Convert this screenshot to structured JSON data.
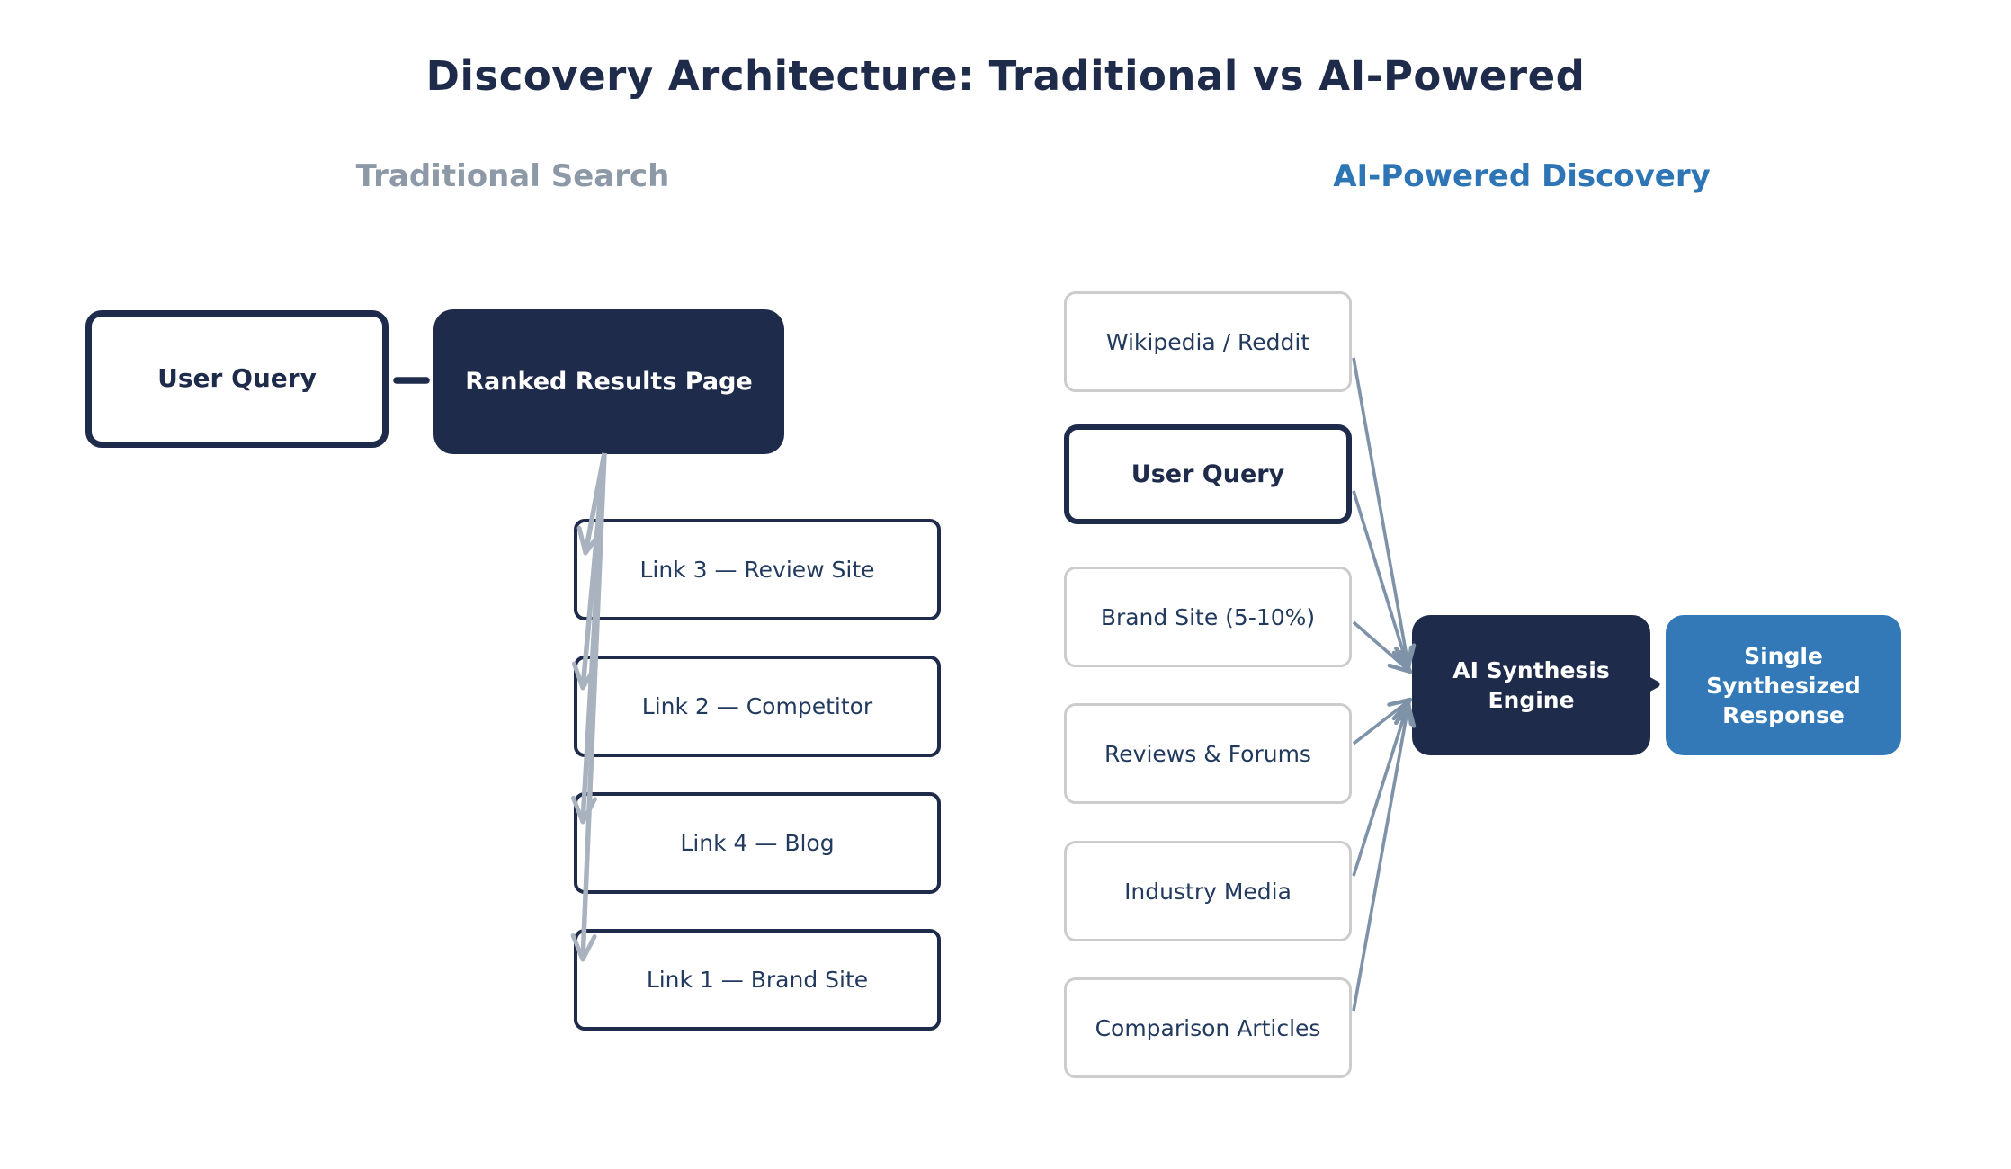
{
  "title": "Discovery Architecture: Traditional vs AI-Powered",
  "sections": {
    "traditional": {
      "label": "Traditional Search"
    },
    "ai": {
      "label": "AI-Powered Discovery"
    }
  },
  "traditional_flow": {
    "user_query_label": "User Query",
    "ranked_results_label": "Ranked Results Page",
    "links": [
      "Link 3 — Review Site",
      "Link 2 — Competitor",
      "Link 4 — Blog",
      "Link 1 — Brand Site"
    ]
  },
  "ai_flow": {
    "sources": [
      "Wikipedia / Reddit",
      "User Query",
      "Brand Site (5-10%)",
      "Reviews & Forums",
      "Industry Media",
      "Comparison Articles"
    ],
    "engine_label": "AI Synthesis Engine",
    "response_label": "Single Synthesized Response"
  },
  "colors": {
    "title_navy": "#1f2b4a",
    "node_navy_fill": "#1f2b4a",
    "response_blue_fill": "#3379b7",
    "header_blue": "#2e75b6",
    "header_gray": "#8d99a7",
    "left_arrow_gray": "#a9b2bf",
    "right_arrow_gray": "#7e92a8",
    "source_border_gray": "#cccccc",
    "label_navy": "#223a5e"
  }
}
